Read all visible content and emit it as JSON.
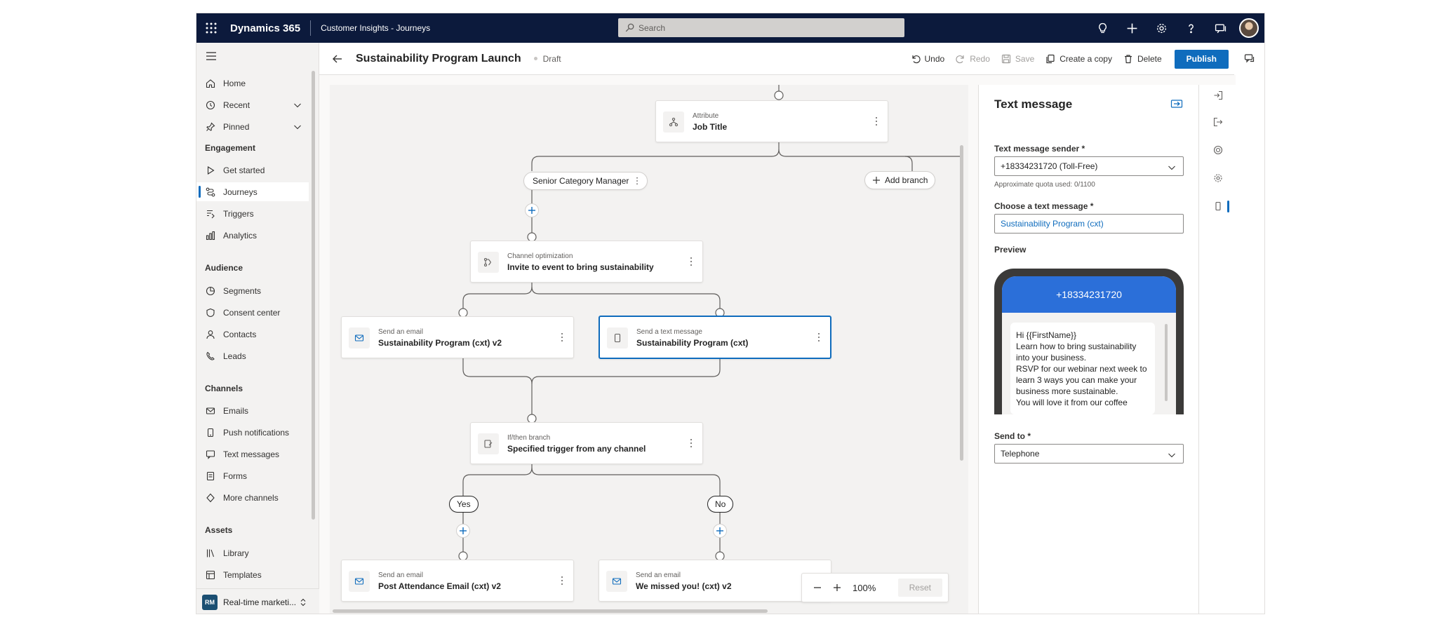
{
  "topbar": {
    "brand": "Dynamics 365",
    "app_name": "Customer Insights - Journeys",
    "search_placeholder": "Search"
  },
  "sidebar": {
    "top_items": [
      {
        "label": "Home",
        "icon": "home-icon"
      },
      {
        "label": "Recent",
        "icon": "clock-icon"
      },
      {
        "label": "Pinned",
        "icon": "pin-icon"
      }
    ],
    "sections": [
      {
        "title": "Engagement",
        "items": [
          {
            "label": "Get started",
            "icon": "play-icon"
          },
          {
            "label": "Journeys",
            "icon": "journeys-icon",
            "active": true
          },
          {
            "label": "Triggers",
            "icon": "triggers-icon"
          },
          {
            "label": "Analytics",
            "icon": "analytics-icon"
          }
        ]
      },
      {
        "title": "Audience",
        "items": [
          {
            "label": "Segments",
            "icon": "segments-icon"
          },
          {
            "label": "Consent center",
            "icon": "consent-icon"
          },
          {
            "label": "Contacts",
            "icon": "person-icon"
          },
          {
            "label": "Leads",
            "icon": "leads-icon"
          }
        ]
      },
      {
        "title": "Channels",
        "items": [
          {
            "label": "Emails",
            "icon": "mail-icon"
          },
          {
            "label": "Push notifications",
            "icon": "push-icon"
          },
          {
            "label": "Text messages",
            "icon": "sms-icon"
          },
          {
            "label": "Forms",
            "icon": "forms-icon"
          },
          {
            "label": "More channels",
            "icon": "more-channels-icon"
          }
        ]
      },
      {
        "title": "Assets",
        "items": [
          {
            "label": "Library",
            "icon": "library-icon"
          },
          {
            "label": "Templates",
            "icon": "templates-icon"
          }
        ]
      }
    ],
    "area": {
      "badge": "RM",
      "label": "Real-time marketi..."
    }
  },
  "command_bar": {
    "title": "Sustainability Program Launch",
    "status": "Draft",
    "undo": "Undo",
    "redo": "Redo",
    "save": "Save",
    "copy": "Create a copy",
    "delete": "Delete",
    "publish": "Publish"
  },
  "canvas": {
    "attribute_node": {
      "sub": "Attribute",
      "main": "Job Title"
    },
    "branch_pill": "Senior Category Manager",
    "add_branch": "Add branch",
    "channel_node": {
      "sub": "Channel optimization",
      "main": "Invite to event to bring sustainability"
    },
    "email_node_1": {
      "sub": "Send an email",
      "main": "Sustainability Program (cxt) v2"
    },
    "sms_node": {
      "sub": "Send a text message",
      "main": "Sustainability Program (cxt)"
    },
    "ifthen_node": {
      "sub": "If/then branch",
      "main": "Specified trigger from any channel"
    },
    "yes_label": "Yes",
    "no_label": "No",
    "email_node_2": {
      "sub": "Send an email",
      "main": "Post Attendance Email (cxt) v2"
    },
    "email_node_3": {
      "sub": "Send an email",
      "main": "We missed you! (cxt) v2"
    },
    "zoom": {
      "level": "100%",
      "reset": "Reset"
    }
  },
  "panel": {
    "title": "Text message",
    "sender_label": "Text message sender *",
    "sender_value": "+18334231720 (Toll-Free)",
    "quota_note": "Approximate quota used: 0/1100",
    "message_label": "Choose a text message *",
    "message_value": "Sustainability Program (cxt)",
    "preview_label": "Preview",
    "preview_number": "+18334231720",
    "preview_lines": [
      "Hi {{FirstName}}",
      "Learn how to bring sustainability",
      "into your business.",
      "RSVP for our webinar next week to",
      "learn 3 ways you can make your",
      "business more sustainable.",
      "You will love it from our coffee"
    ],
    "send_to_label": "Send to *",
    "send_to_value": "Telephone"
  },
  "colors": {
    "topbar": "#0c1a3c",
    "accent": "#0f6cbd",
    "phone_header": "#2b6fd9"
  }
}
